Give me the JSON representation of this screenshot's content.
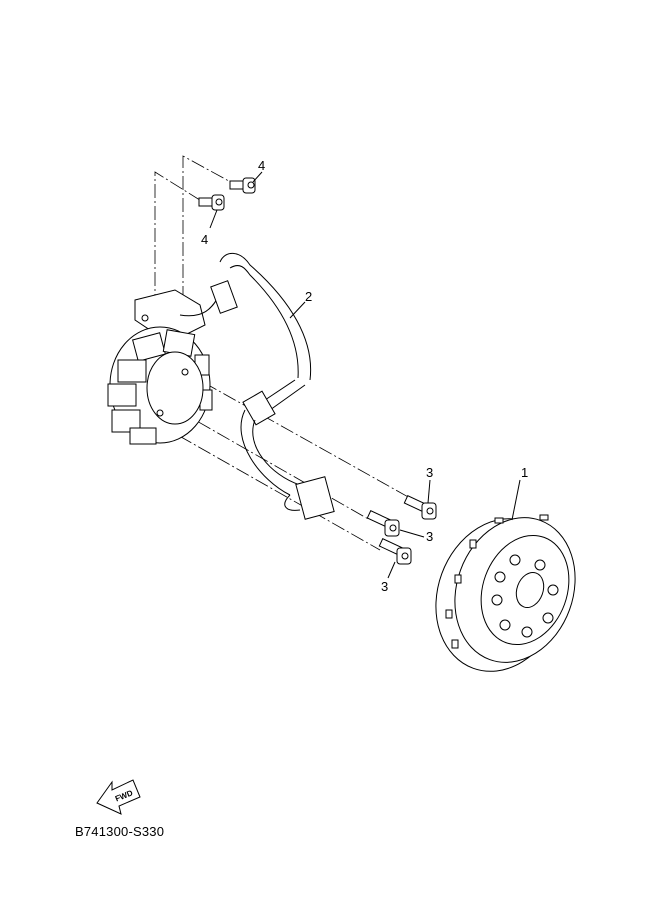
{
  "diagram": {
    "parts": [
      {
        "ref": "1",
        "name": "rotor-flywheel"
      },
      {
        "ref": "2",
        "name": "stator-assembly"
      },
      {
        "ref": "3",
        "name": "bolt"
      },
      {
        "ref": "4",
        "name": "bolt"
      }
    ],
    "callouts": {
      "c4a": "4",
      "c4b": "4",
      "c2": "2",
      "c3a": "3",
      "c3b": "3",
      "c3c": "3",
      "c1": "1"
    },
    "fwd_label": "FWD",
    "drawing_code": "B741300-S330"
  }
}
